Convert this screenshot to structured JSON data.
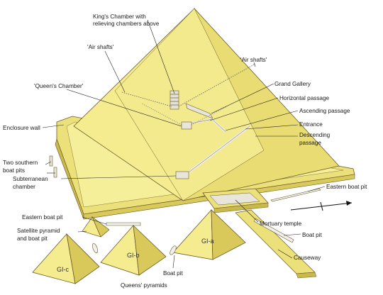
{
  "colors": {
    "stone_light": "#f6ef9a",
    "stone_mid": "#ece07a",
    "stone_dark": "#d8c95a",
    "stone_shadow": "#c9b84a",
    "passage": "#efefe8",
    "outline": "#6b5a2a",
    "label": "#1a1a1a"
  },
  "labels": {
    "kings_chamber_1": "King's Chamber with",
    "kings_chamber_2": "relieving chambers above",
    "air_shafts_left": "'Air shafts'",
    "air_shafts_right": "'Air shafts'",
    "queens_chamber": "'Queen's Chamber'",
    "grand_gallery": "Grand Gallery",
    "horizontal_passage": "Horizontal passage",
    "ascending_passage": "Ascending passage",
    "entrance": "Entrance",
    "descending_passage_1": "Descending",
    "descending_passage_2": "passage",
    "enclosure_wall": "Enclosure wall",
    "two_southern_boat_pits_1": "Two southern",
    "two_southern_boat_pits_2": "boat pits",
    "subterranean_chamber_1": "Subterranean",
    "subterranean_chamber_2": "chamber",
    "eastern_boat_pit_right": "Eastern boat pit",
    "eastern_boat_pit_left": "Eastern boat pit",
    "satellite_pyramid_1": "Satellite pyramid",
    "satellite_pyramid_2": "and boat pit",
    "mortuary_temple": "Mortuary temple",
    "boat_pit_right": "Boat pit",
    "boat_pit_bottom": "Boat pit",
    "causeway": "Causeway",
    "queens_pyramids": "Queens' pyramids",
    "gi_a": "GI-a",
    "gi_b": "GI-b",
    "gi_c": "GI-c"
  },
  "north_arrow": "N"
}
